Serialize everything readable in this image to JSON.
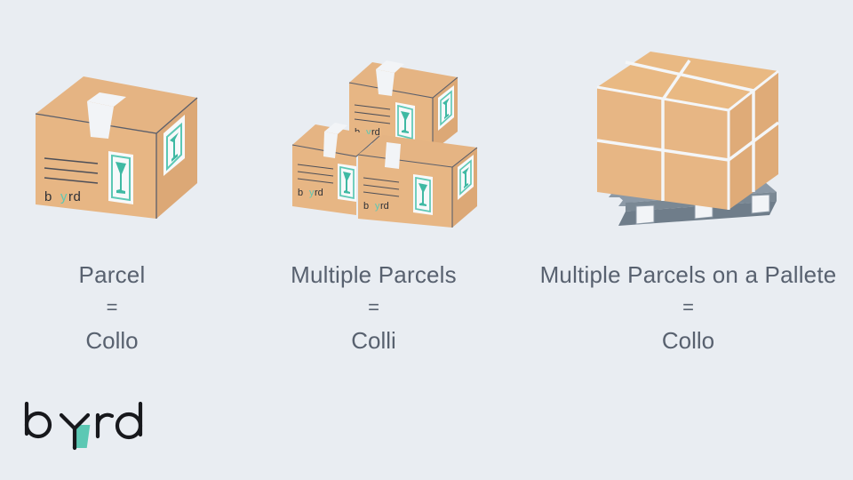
{
  "page": {
    "background_color": "#e9edf2",
    "text_color": "#58616f",
    "carton_color": "#e7b684",
    "carton_side_color": "#dca876",
    "carton_top_color": "#e5b483",
    "accent_teal": "#5cc8b4",
    "pallet_color": "#7a8894",
    "tape_color": "#f2f4f7"
  },
  "columns": [
    {
      "illustration": "single-parcel",
      "title": "Parcel",
      "equals": "=",
      "term": "Collo"
    },
    {
      "illustration": "multiple-parcels",
      "title": "Multiple Parcels",
      "equals": "=",
      "term": "Colli"
    },
    {
      "illustration": "parcels-on-pallet",
      "title": "Multiple Parcels on a Pallete",
      "equals": "=",
      "term": "Collo"
    }
  ],
  "carton_markings": {
    "brand_text": "byrd",
    "label_symbol": "fragile-glass"
  },
  "brand": {
    "name": "byrd",
    "letters_before": "b",
    "letters_after": "rd",
    "accent_glyph": "y"
  }
}
